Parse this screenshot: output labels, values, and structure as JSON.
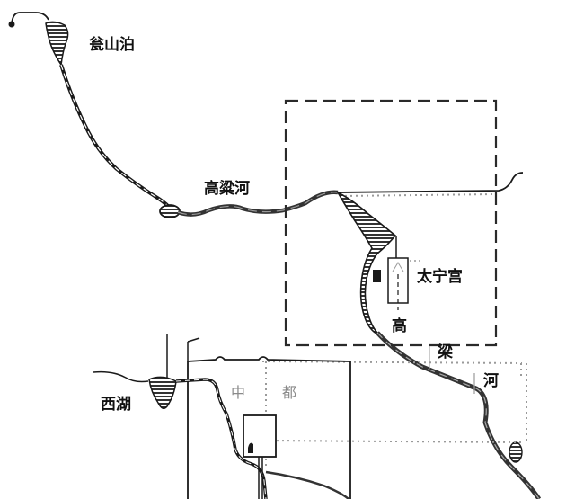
{
  "map": {
    "labels": {
      "wengshanpo": "瓮山泊",
      "gaolianghe_upper": "高粱河",
      "taininggong": "太宁宫",
      "gao": "高",
      "liang": "梁",
      "he": "河",
      "xihu": "西湖",
      "zhong": "中",
      "du": "都"
    },
    "colors": {
      "ink": "#1a1a1a",
      "river_fill": "#555555",
      "lake_hatch": "#333333",
      "dotted_wall": "#9a9a9a",
      "dashed_boundary": "#2a2a2a",
      "background": "#ffffff"
    }
  }
}
